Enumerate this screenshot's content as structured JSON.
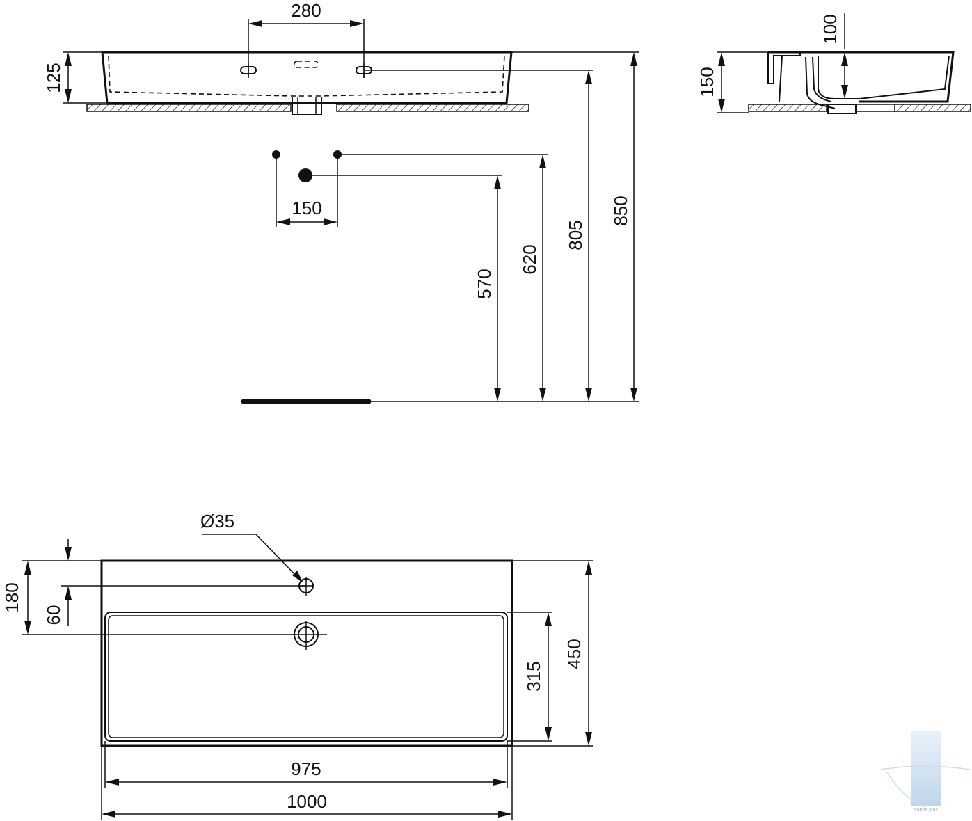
{
  "dimensions": {
    "tap_holes_spacing": "280",
    "basin_height_front": "125",
    "basin_height_side": "150",
    "side_depth": "100",
    "water_supply_spacing": "150",
    "waste_height": "570",
    "supply_height": "620",
    "overflow_height": "805",
    "top_height": "850",
    "tap_hole_diameter": "Ø35",
    "tap_hole_offset": "180",
    "bowl_offset": "60",
    "bowl_depth": "315",
    "total_depth": "450",
    "bowl_width": "975",
    "total_width": "1000"
  },
  "watermark": {
    "text": "vanna plus"
  },
  "colors": {
    "line": "#111111",
    "watermark": "#cfe0ef"
  }
}
